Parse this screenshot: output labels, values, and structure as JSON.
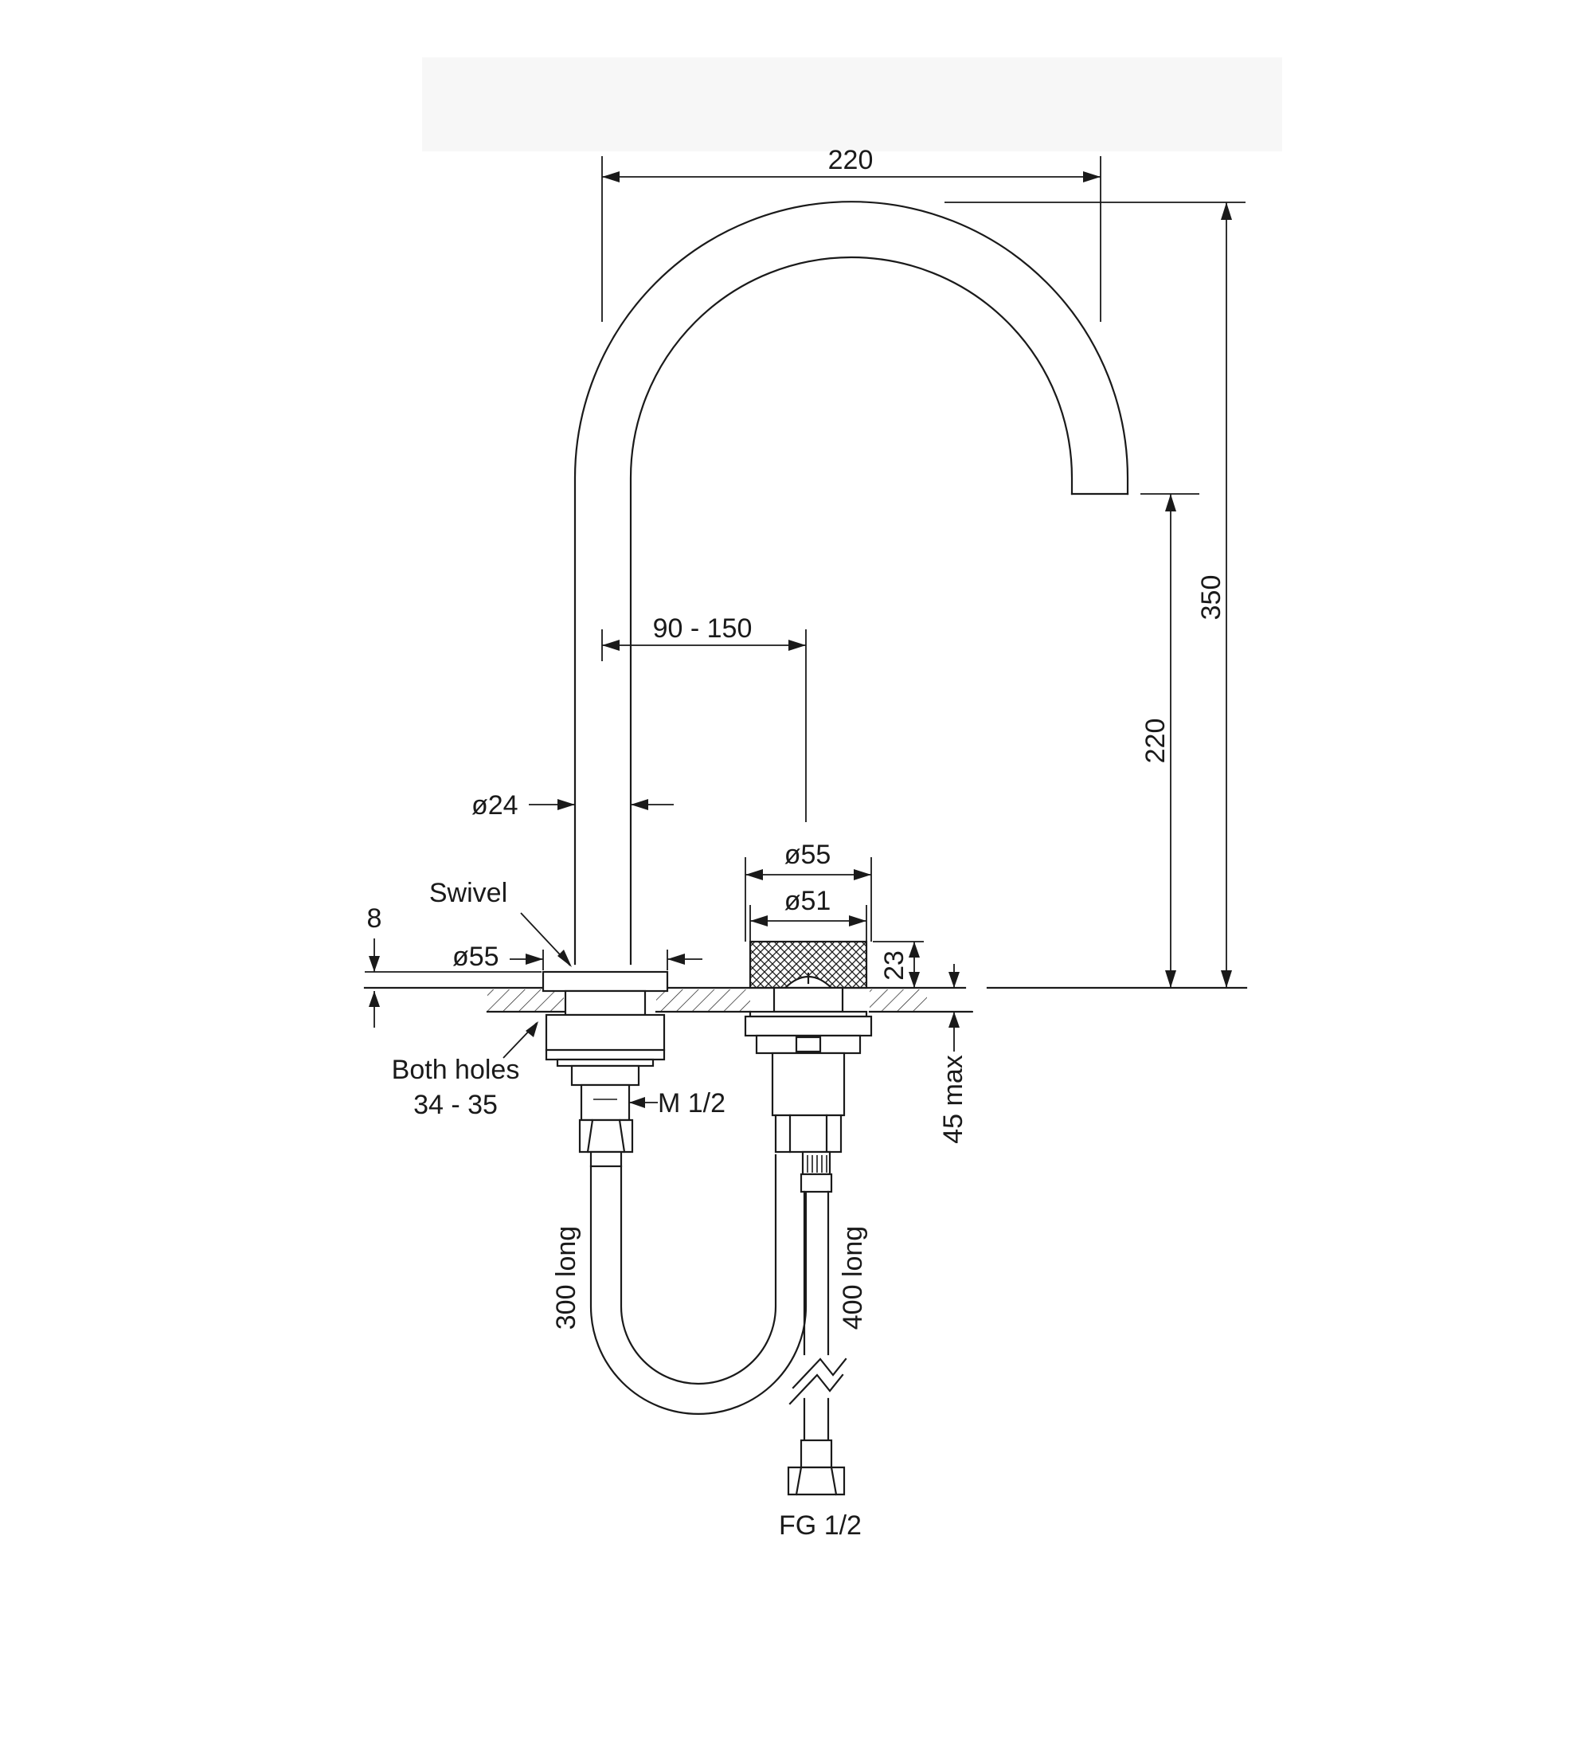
{
  "labels": {
    "spout_reach": "220",
    "overall_height": "350",
    "outlet_height": "220",
    "centres": "90 - 150",
    "spout_dia": "ø24",
    "handle_outer_dia": "ø55",
    "handle_inner_dia": "ø51",
    "handle_height": "23",
    "swivel": "Swivel",
    "flange_thickness": "8",
    "base_dia": "ø55",
    "both_holes_line1": "Both holes",
    "both_holes_line2": "34 - 35",
    "thread": "M 1/2",
    "max_deck": "45 max",
    "hose_left": "300 long",
    "hose_right": "400 long",
    "connector": "FG 1/2"
  }
}
